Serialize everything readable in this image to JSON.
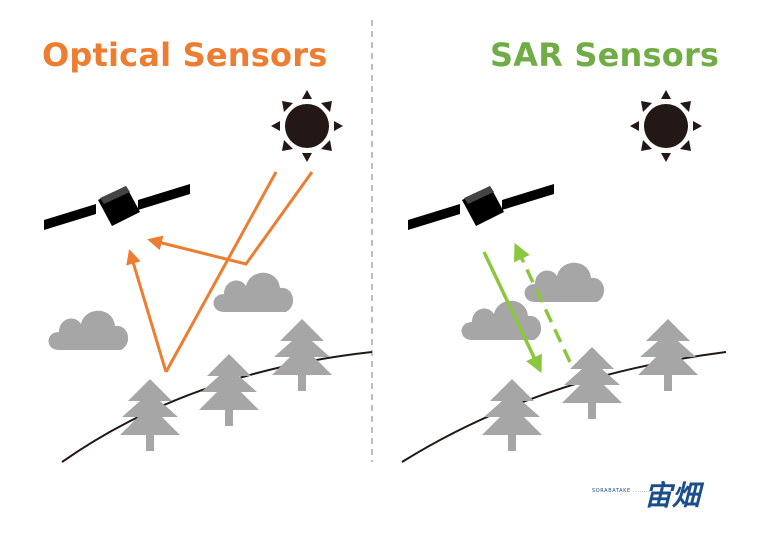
{
  "panels": {
    "optical": {
      "title": "Optical Sensors",
      "color": "#ed7d31"
    },
    "sar": {
      "title": "SAR Sensors",
      "color": "#70ad47"
    }
  },
  "logo": {
    "text": "宙畑",
    "subtext": "SORABATAKE ........"
  },
  "colors": {
    "cloud": "#a6a6a6",
    "tree": "#a6a6a6",
    "sun": "#231815",
    "satellite": "#000000",
    "divider": "#bfbfbf"
  }
}
